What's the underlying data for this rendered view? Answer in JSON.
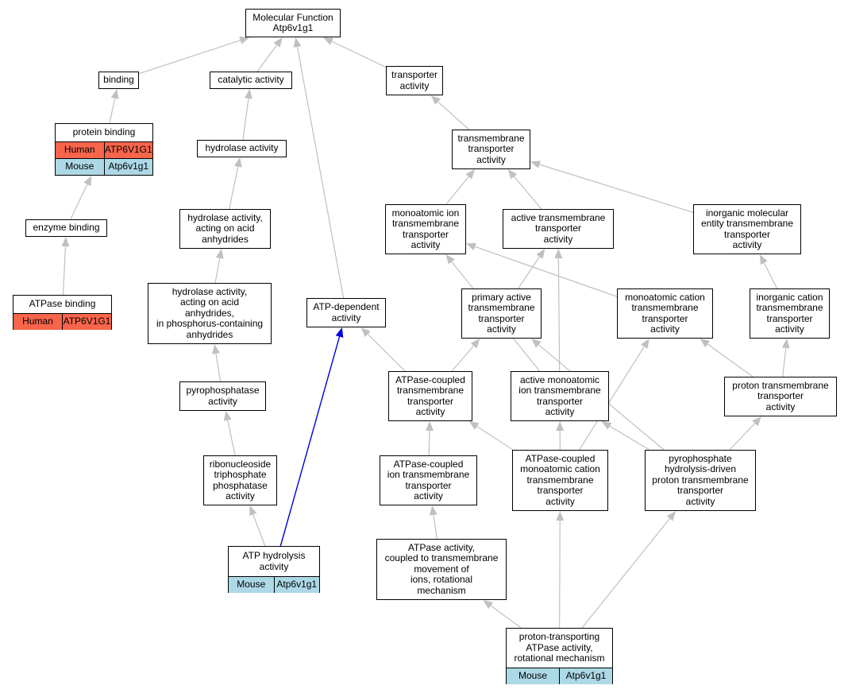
{
  "colors": {
    "edge": "#c0c0c0",
    "highlight_edge": "#0000dd",
    "human": "#f8654b",
    "mouse": "#add8e6"
  },
  "nodes": {
    "mf": {
      "label": "Molecular Function\nAtp6v1g1"
    },
    "binding": {
      "label": "binding"
    },
    "catalytic": {
      "label": "catalytic activity"
    },
    "transporter": {
      "label": "transporter\nactivity"
    },
    "protein_binding": {
      "label": "protein binding",
      "rows": [
        {
          "species": "Human",
          "gene": "ATP6V1G1"
        },
        {
          "species": "Mouse",
          "gene": "Atp6v1g1"
        }
      ]
    },
    "hydrolase": {
      "label": "hydrolase activity"
    },
    "tm_transporter": {
      "label": "transmembrane\ntransporter\nactivity"
    },
    "enzyme_binding": {
      "label": "enzyme binding"
    },
    "hyd_acid": {
      "label": "hydrolase activity,\nacting on acid\nanhydrides"
    },
    "monoatomic_ion": {
      "label": "monoatomic ion\ntransmembrane\ntransporter\nactivity"
    },
    "active_tm": {
      "label": "active transmembrane\ntransporter\nactivity"
    },
    "inorganic_mol": {
      "label": "inorganic molecular\nentity transmembrane\ntransporter\nactivity"
    },
    "atpase_binding": {
      "label": "ATPase binding",
      "rows": [
        {
          "species": "Human",
          "gene": "ATP6V1G1"
        }
      ]
    },
    "hyd_phos": {
      "label": "hydrolase activity,\nacting on acid\nanhydrides,\nin phosphorus-containing\nanhydrides"
    },
    "atp_dependent": {
      "label": "ATP-dependent\nactivity"
    },
    "primary_active": {
      "label": "primary active\ntransmembrane\ntransporter\nactivity"
    },
    "monoatomic_cation": {
      "label": "monoatomic cation\ntransmembrane\ntransporter\nactivity"
    },
    "inorganic_cation": {
      "label": "inorganic cation\ntransmembrane\ntransporter\nactivity"
    },
    "pyrophosphatase": {
      "label": "pyrophosphatase\nactivity"
    },
    "atpase_coupled_tm": {
      "label": "ATPase-coupled\ntransmembrane\ntransporter\nactivity"
    },
    "active_monoatomic": {
      "label": "active monoatomic\nion transmembrane\ntransporter\nactivity"
    },
    "proton_tm": {
      "label": "proton transmembrane\ntransporter\nactivity"
    },
    "ribonucleoside": {
      "label": "ribonucleoside\ntriphosphate\nphosphatase\nactivity"
    },
    "atpase_coupled_ion": {
      "label": "ATPase-coupled\nion transmembrane\ntransporter\nactivity"
    },
    "atpase_coupled_cation": {
      "label": "ATPase-coupled\nmonoatomic cation\ntransmembrane\ntransporter\nactivity"
    },
    "pyrophosphate_driven": {
      "label": "pyrophosphate\nhydrolysis-driven\nproton transmembrane\ntransporter\nactivity"
    },
    "atp_hydrolysis": {
      "label": "ATP hydrolysis\nactivity",
      "rows": [
        {
          "species": "Mouse",
          "gene": "Atp6v1g1"
        }
      ]
    },
    "atpase_rotational": {
      "label": "ATPase activity,\ncoupled to transmembrane\nmovement of\nions, rotational\nmechanism"
    },
    "proton_transporting": {
      "label": "proton-transporting\nATPase activity,\nrotational mechanism",
      "rows": [
        {
          "species": "Mouse",
          "gene": "Atp6v1g1"
        }
      ]
    }
  },
  "edges": [
    {
      "from": "binding",
      "to": "mf"
    },
    {
      "from": "catalytic",
      "to": "mf"
    },
    {
      "from": "transporter",
      "to": "mf"
    },
    {
      "from": "atp_dependent",
      "to": "mf"
    },
    {
      "from": "protein_binding",
      "to": "binding"
    },
    {
      "from": "hydrolase",
      "to": "catalytic"
    },
    {
      "from": "tm_transporter",
      "to": "transporter"
    },
    {
      "from": "enzyme_binding",
      "to": "protein_binding"
    },
    {
      "from": "atpase_binding",
      "to": "enzyme_binding"
    },
    {
      "from": "hyd_acid",
      "to": "hydrolase"
    },
    {
      "from": "hyd_phos",
      "to": "hyd_acid"
    },
    {
      "from": "pyrophosphatase",
      "to": "hyd_phos"
    },
    {
      "from": "ribonucleoside",
      "to": "pyrophosphatase"
    },
    {
      "from": "atp_hydrolysis",
      "to": "ribonucleoside"
    },
    {
      "from": "atp_hydrolysis",
      "to": "atp_dependent",
      "highlight": true
    },
    {
      "from": "monoatomic_ion",
      "to": "tm_transporter"
    },
    {
      "from": "active_tm",
      "to": "tm_transporter"
    },
    {
      "from": "inorganic_mol",
      "to": "tm_transporter"
    },
    {
      "from": "primary_active",
      "to": "active_tm"
    },
    {
      "from": "active_monoatomic",
      "to": "active_tm"
    },
    {
      "from": "monoatomic_cation",
      "to": "monoatomic_ion"
    },
    {
      "from": "active_monoatomic",
      "to": "monoatomic_ion"
    },
    {
      "from": "inorganic_cation",
      "to": "inorganic_mol"
    },
    {
      "from": "proton_tm",
      "to": "inorganic_cation"
    },
    {
      "from": "proton_tm",
      "to": "monoatomic_cation"
    },
    {
      "from": "atpase_coupled_tm",
      "to": "atp_dependent"
    },
    {
      "from": "atpase_coupled_tm",
      "to": "primary_active"
    },
    {
      "from": "pyrophosphate_driven",
      "to": "primary_active"
    },
    {
      "from": "atpase_coupled_ion",
      "to": "atpase_coupled_tm"
    },
    {
      "from": "atpase_coupled_cation",
      "to": "atpase_coupled_tm"
    },
    {
      "from": "atpase_coupled_cation",
      "to": "active_monoatomic"
    },
    {
      "from": "pyrophosphate_driven",
      "to": "active_monoatomic"
    },
    {
      "from": "atpase_coupled_cation",
      "to": "monoatomic_cation"
    },
    {
      "from": "pyrophosphate_driven",
      "to": "proton_tm"
    },
    {
      "from": "atpase_rotational",
      "to": "atpase_coupled_ion"
    },
    {
      "from": "proton_transporting",
      "to": "atpase_rotational"
    },
    {
      "from": "proton_transporting",
      "to": "atpase_coupled_cation"
    },
    {
      "from": "proton_transporting",
      "to": "pyrophosphate_driven"
    }
  ]
}
